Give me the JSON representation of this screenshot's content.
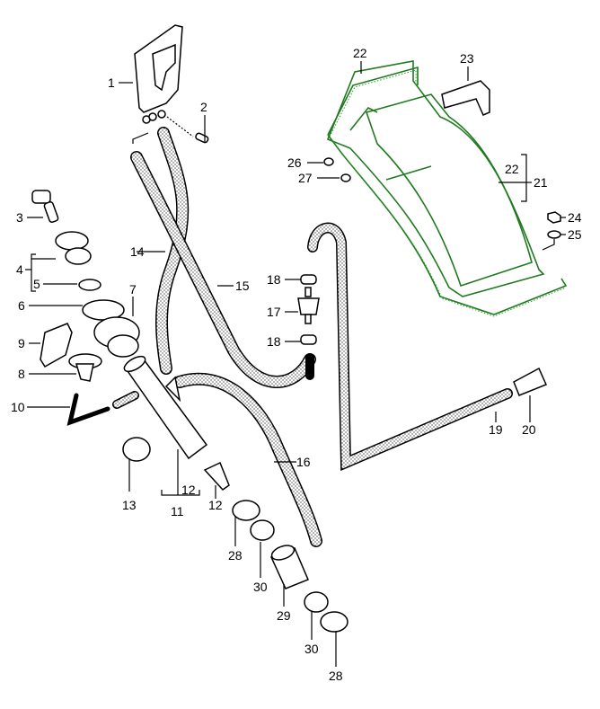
{
  "diagram": {
    "title": "Fuel tank filler / vent exploded parts diagram",
    "colors": {
      "line": "#000000",
      "accent_green": "#1f7a1f",
      "hose_fill": "#f0f0f0"
    },
    "callouts": {
      "c1": "1",
      "c2": "2",
      "c3": "3",
      "c4": "4",
      "c5": "5",
      "c6": "6",
      "c7": "7",
      "c8": "8",
      "c9": "9",
      "c10": "10",
      "c11": "11",
      "c12a": "12",
      "c12b": "12",
      "c13": "13",
      "c14": "14",
      "c15": "15",
      "c16": "16",
      "c17": "17",
      "c18a": "18",
      "c18b": "18",
      "c19": "19",
      "c20": "20",
      "c21": "21",
      "c22a": "22",
      "c22b": "22",
      "c23": "23",
      "c24": "24",
      "c25": "25",
      "c26": "26",
      "c27": "27",
      "c28a": "28",
      "c28b": "28",
      "c29": "29",
      "c30a": "30",
      "c30b": "30"
    }
  }
}
